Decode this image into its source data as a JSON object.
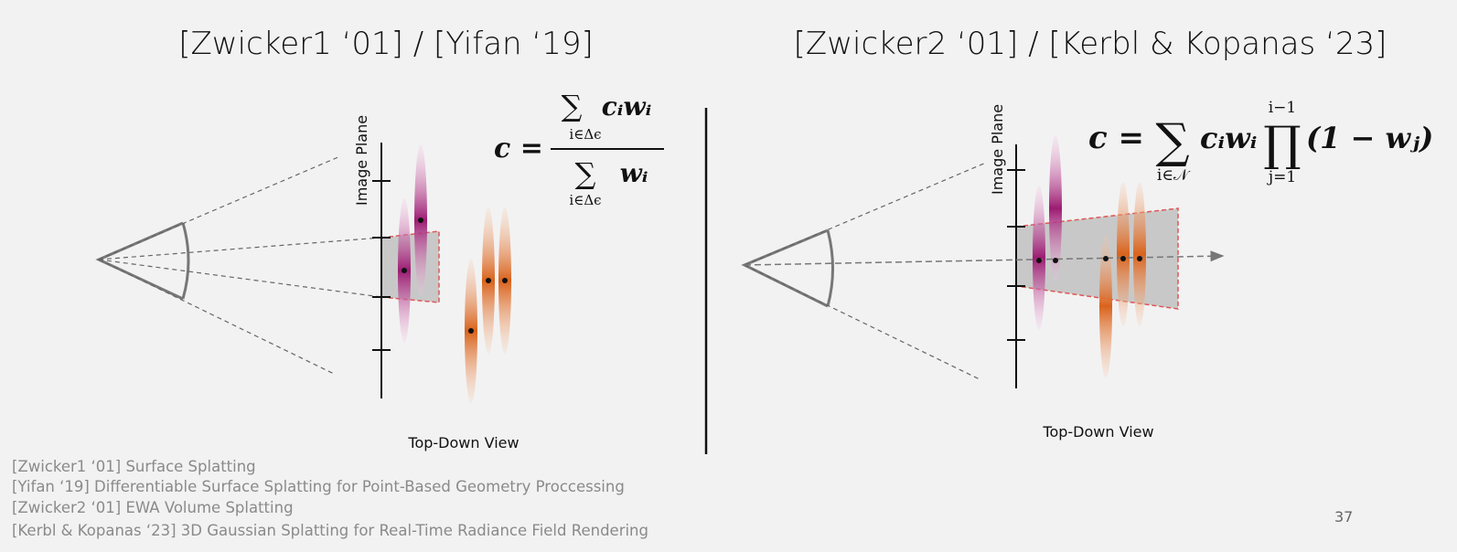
{
  "left_panel": {
    "title": "[Zwicker1 ‘01] / [Yifan ‘19]",
    "axis_label": "Image Plane",
    "view_label": "Top-Down View",
    "formula": {
      "lhs": "c =",
      "numerator_sum": "∑",
      "numerator_sub": "i∈Δϵ",
      "numerator_term": "cᵢwᵢ",
      "denominator_sum": "∑",
      "denominator_sub": "i∈Δϵ",
      "denominator_term": "wᵢ"
    }
  },
  "right_panel": {
    "title": "[Zwicker2 ‘01] / [Kerbl & Kopanas ‘23]",
    "axis_label": "Image Plane",
    "view_label": "Top-Down View",
    "formula": {
      "lhs": "c =",
      "sum": "∑",
      "sum_sub": "i∈𝒩",
      "term": "cᵢwᵢ",
      "prod": "∏",
      "prod_sup": "i−1",
      "prod_sub": "j=1",
      "prod_term": "(1 − wⱼ)"
    }
  },
  "references": [
    "[Zwicker1 ‘01] Surface Splatting",
    "[Yifan ‘19] Differentiable Surface Splatting for Point-Based Geometry Proccessing",
    "[Zwicker2 ‘01] EWA Volume Splatting",
    "[Kerbl & Kopanas ‘23] 3D Gaussian Splatting for Real-Time Radiance Field Rendering"
  ],
  "page_number": "37",
  "colors": {
    "background": "#f2f2f2",
    "magenta": "#9c1c72",
    "orange": "#d9631c",
    "frustum_fill": "#c8c8c8",
    "frustum_border": "#e05656",
    "camera": "#777777"
  }
}
